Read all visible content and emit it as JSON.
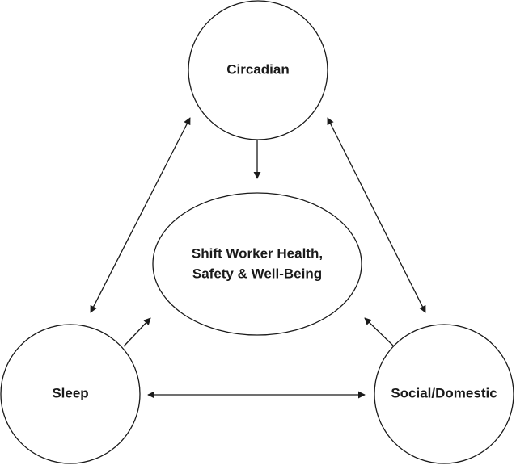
{
  "nodes": {
    "circadian": {
      "label": "Circadian"
    },
    "center": {
      "label_line1": "Shift Worker Health,",
      "label_line2": "Safety & Well-Being"
    },
    "sleep": {
      "label": "Sleep"
    },
    "social": {
      "label": "Social/Domestic"
    }
  },
  "edges": [
    {
      "from": "circadian",
      "to": "center",
      "direction": "one-way"
    },
    {
      "from": "sleep",
      "to": "center",
      "direction": "one-way"
    },
    {
      "from": "social",
      "to": "center",
      "direction": "one-way"
    },
    {
      "from": "circadian",
      "to": "sleep",
      "direction": "two-way"
    },
    {
      "from": "circadian",
      "to": "social",
      "direction": "two-way"
    },
    {
      "from": "sleep",
      "to": "social",
      "direction": "two-way"
    }
  ]
}
